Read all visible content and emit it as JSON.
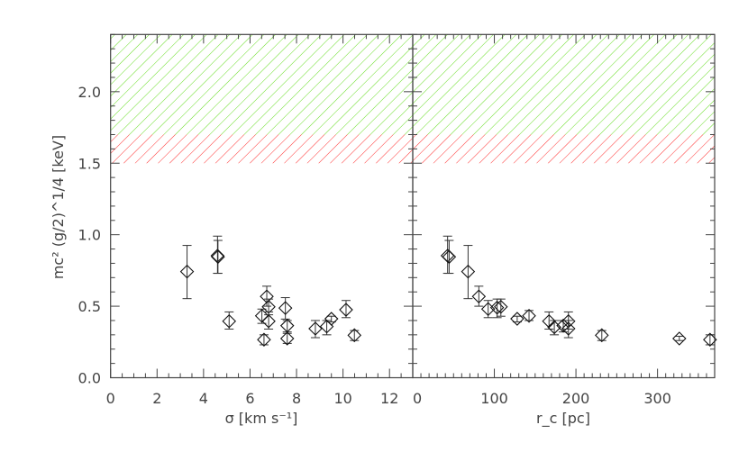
{
  "chart_data": [
    {
      "type": "scatter",
      "xlabel": "σ [km s⁻¹]",
      "ylabel": "mc² (g/2)^1/4 [keV]",
      "xlim": [
        0,
        13
      ],
      "ylim": [
        0,
        2.4
      ],
      "xticks": [
        "0",
        "2",
        "4",
        "6",
        "8",
        "10",
        "12"
      ],
      "xtick_values": [
        0,
        2,
        4,
        6,
        8,
        10,
        12
      ],
      "yticks": [
        "0.0",
        "0.5",
        "1.0",
        "1.5",
        "2.0"
      ],
      "ytick_values": [
        0,
        0.5,
        1.0,
        1.5,
        2.0
      ],
      "marker": "diamond",
      "bands": [
        {
          "y": [
            1.5,
            1.7
          ],
          "color": "#ff3030",
          "fill": "hatched"
        },
        {
          "y": [
            1.7,
            2.4
          ],
          "color": "#66dd22",
          "fill": "hatched"
        }
      ],
      "points": [
        {
          "x": 3.29,
          "y": 0.742,
          "lo": 0.553,
          "hi": 0.925
        },
        {
          "x": 4.6,
          "y": 0.853,
          "lo": 0.73,
          "hi": 0.99
        },
        {
          "x": 4.62,
          "y": 0.845,
          "lo": 0.73,
          "hi": 0.96
        },
        {
          "x": 5.1,
          "y": 0.395,
          "lo": 0.34,
          "hi": 0.46
        },
        {
          "x": 6.51,
          "y": 0.433,
          "lo": 0.38,
          "hi": 0.48
        },
        {
          "x": 6.6,
          "y": 0.266,
          "lo": 0.23,
          "hi": 0.3
        },
        {
          "x": 6.72,
          "y": 0.568,
          "lo": 0.5,
          "hi": 0.64
        },
        {
          "x": 6.8,
          "y": 0.496,
          "lo": 0.44,
          "hi": 0.55
        },
        {
          "x": 6.8,
          "y": 0.395,
          "lo": 0.34,
          "hi": 0.46
        },
        {
          "x": 7.52,
          "y": 0.487,
          "lo": 0.41,
          "hi": 0.56
        },
        {
          "x": 7.6,
          "y": 0.364,
          "lo": 0.32,
          "hi": 0.4
        },
        {
          "x": 7.6,
          "y": 0.274,
          "lo": 0.24,
          "hi": 0.31
        },
        {
          "x": 8.81,
          "y": 0.343,
          "lo": 0.28,
          "hi": 0.4
        },
        {
          "x": 9.3,
          "y": 0.358,
          "lo": 0.3,
          "hi": 0.4
        },
        {
          "x": 9.5,
          "y": 0.412,
          "lo": 0.39,
          "hi": 0.43
        },
        {
          "x": 10.13,
          "y": 0.475,
          "lo": 0.42,
          "hi": 0.54
        },
        {
          "x": 10.49,
          "y": 0.297,
          "lo": 0.26,
          "hi": 0.33
        }
      ]
    },
    {
      "type": "scatter",
      "xlabel": "r_c [pc]",
      "xlim": [
        0,
        370
      ],
      "ylim": [
        0,
        2.4
      ],
      "xticks": [
        "0",
        "100",
        "200",
        "300"
      ],
      "xtick_values": [
        0,
        100,
        200,
        300
      ],
      "marker": "diamond",
      "bands": [
        {
          "y": [
            1.5,
            1.7
          ],
          "color": "#ff3030",
          "fill": "hatched"
        },
        {
          "y": [
            1.7,
            2.4
          ],
          "color": "#66dd22",
          "fill": "hatched"
        }
      ],
      "points": [
        {
          "x": 42.7,
          "y": 0.853,
          "lo": 0.73,
          "hi": 0.99
        },
        {
          "x": 44.6,
          "y": 0.845,
          "lo": 0.73,
          "hi": 0.96
        },
        {
          "x": 67.8,
          "y": 0.742,
          "lo": 0.553,
          "hi": 0.925
        },
        {
          "x": 81,
          "y": 0.568,
          "lo": 0.5,
          "hi": 0.64
        },
        {
          "x": 92.4,
          "y": 0.48,
          "lo": 0.42,
          "hi": 0.54
        },
        {
          "x": 103.4,
          "y": 0.49,
          "lo": 0.42,
          "hi": 0.55
        },
        {
          "x": 108,
          "y": 0.496,
          "lo": 0.43,
          "hi": 0.55
        },
        {
          "x": 128,
          "y": 0.412,
          "lo": 0.39,
          "hi": 0.43
        },
        {
          "x": 142.5,
          "y": 0.433,
          "lo": 0.4,
          "hi": 0.47
        },
        {
          "x": 167,
          "y": 0.395,
          "lo": 0.34,
          "hi": 0.46
        },
        {
          "x": 173.5,
          "y": 0.353,
          "lo": 0.3,
          "hi": 0.4
        },
        {
          "x": 184.5,
          "y": 0.364,
          "lo": 0.32,
          "hi": 0.4
        },
        {
          "x": 190.8,
          "y": 0.395,
          "lo": 0.34,
          "hi": 0.46
        },
        {
          "x": 190.8,
          "y": 0.343,
          "lo": 0.28,
          "hi": 0.4
        },
        {
          "x": 231.7,
          "y": 0.297,
          "lo": 0.26,
          "hi": 0.33
        },
        {
          "x": 326.7,
          "y": 0.274,
          "lo": 0.26,
          "hi": 0.29
        },
        {
          "x": 364.3,
          "y": 0.266,
          "lo": 0.23,
          "hi": 0.3
        }
      ]
    }
  ]
}
